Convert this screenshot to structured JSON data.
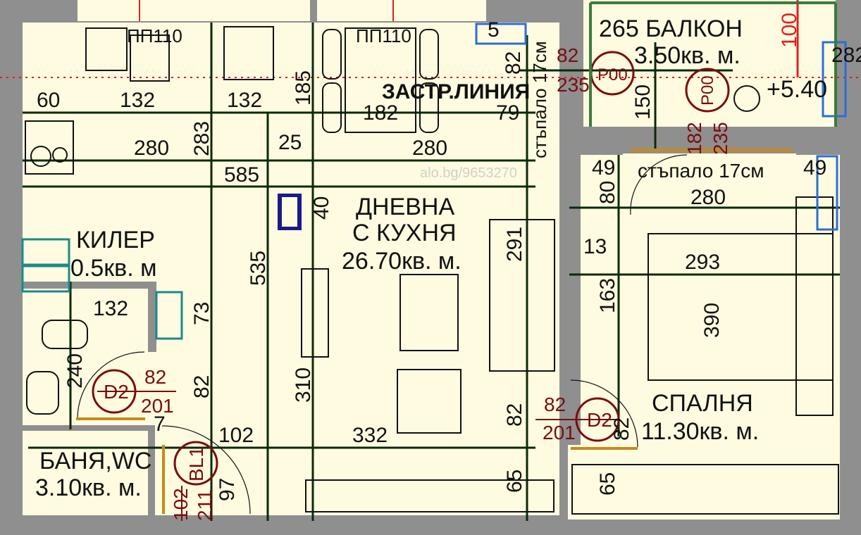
{
  "colors": {
    "floor": "#fffbe0",
    "wall": "#8f8f8f",
    "dim_line": "#0a2a0a",
    "door_red": "#7a0d0d",
    "teal": "#1a8a8a",
    "blue": "#2a6fd6",
    "guide_red": "#e02020",
    "balcony_green": "#3c7a3c"
  },
  "watermark": "alo.bg/9653270",
  "rooms": {
    "living": {
      "name1": "ДНЕВНА",
      "name2": "С  КУХНЯ",
      "area": "26.70кв. м."
    },
    "storage": {
      "name": "КИЛЕР",
      "area": "0.5кв. м"
    },
    "bath": {
      "name": "БАНЯ,WC",
      "area": "3.10кв. м."
    },
    "bedroom": {
      "name": "СПАЛНЯ",
      "area": "11.30кв. м."
    },
    "balcony": {
      "name": "265 БАЛКОН",
      "area": "3.50кв. м."
    }
  },
  "notes": {
    "line": "ЗАСТР.ЛИНИЯ",
    "step_top": "стъпало 17см",
    "step_right": "стъпало 17см",
    "level": "+5.40",
    "pp1": "ПП110",
    "pp2": "ПП110"
  },
  "doors": {
    "p00_a": {
      "id": "P00",
      "w": "82",
      "h": "235"
    },
    "p00_b": {
      "id": "P00",
      "w": "182",
      "h": "235"
    },
    "d2_left": {
      "id": "D2",
      "w": "82",
      "h": "201"
    },
    "d2_right": {
      "id": "D2",
      "w": "82",
      "h": "201"
    },
    "bl1": {
      "id": "BL1",
      "w": "102",
      "h": "211"
    }
  },
  "dims": {
    "d60": "60",
    "d132a": "132",
    "d132b": "132",
    "d185": "185",
    "d182": "182",
    "d79": "79",
    "d280a": "280",
    "d283": "283",
    "d25": "25",
    "d280b": "280",
    "d585": "585",
    "d40": "40",
    "d535": "535",
    "d291": "291",
    "d13": "13",
    "d293": "293",
    "d390": "390",
    "d163": "163",
    "d80": "80",
    "d49a": "49",
    "d49b": "49",
    "d280c": "280",
    "d132c": "132",
    "d73": "73",
    "d240": "240",
    "d82a": "82",
    "d82b": "82",
    "d82c": "82",
    "d310": "310",
    "d332": "332",
    "d102": "102",
    "d7": "7",
    "d97": "97",
    "d65a": "65",
    "d65b": "65",
    "d150": "150",
    "d5": "5",
    "d82d": "82",
    "d100": "100",
    "d282": "282"
  }
}
